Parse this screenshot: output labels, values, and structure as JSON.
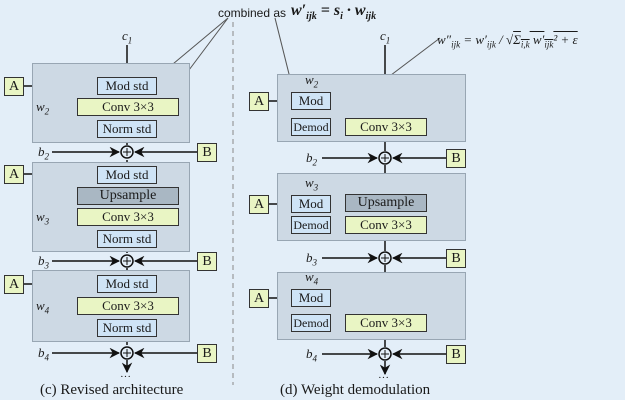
{
  "annotations": {
    "combined_as": "combined as",
    "formula_mod": "w′ijk = si · wijk",
    "formula_demod": "w″ijk = w′ijk / √( Σi,k w′ijk² + ε )"
  },
  "left": {
    "caption": "(c) Revised architecture",
    "input": "c1",
    "blocks": [
      {
        "w": "w2",
        "b": "b2",
        "ops": [
          "Mod std",
          "Conv 3×3",
          "Norm std"
        ]
      },
      {
        "w": "w3",
        "b": "b3",
        "ops": [
          "Mod std",
          "Upsample",
          "Conv 3×3",
          "Norm std"
        ]
      },
      {
        "w": "w4",
        "b": "b4",
        "ops": [
          "Mod std",
          "Conv 3×3",
          "Norm std"
        ]
      }
    ]
  },
  "right": {
    "caption": "(d) Weight demodulation",
    "input": "c1",
    "blocks": [
      {
        "w": "w2",
        "b": "b2",
        "ops": [
          "Mod",
          "Demod",
          "Conv 3×3"
        ]
      },
      {
        "w": "w3",
        "b": "b3",
        "ops": [
          "Mod",
          "Demod",
          "Upsample",
          "Conv 3×3"
        ]
      },
      {
        "w": "w4",
        "b": "b4",
        "ops": [
          "Mod",
          "Demod",
          "Conv 3×3"
        ]
      }
    ]
  },
  "labels": {
    "A": "A",
    "B": "B",
    "ellipsis": "···"
  }
}
